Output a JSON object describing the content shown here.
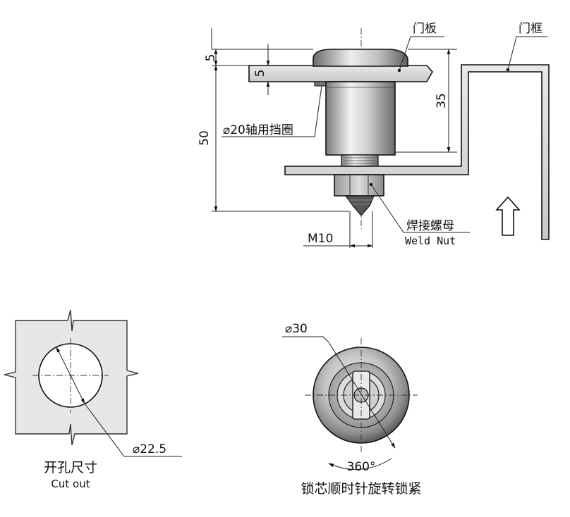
{
  "side_view": {
    "dim_top": "5",
    "dim_plate": "5",
    "dim_total": "50",
    "dim_right": "35",
    "label_door_panel": "门板",
    "label_door_frame": "门框",
    "label_circlip": "⌀20轴用挡圈",
    "label_weld_nut_cn": "焊接螺母",
    "label_weld_nut_en": "Weld Nut",
    "dim_thread": "M10"
  },
  "cutout_view": {
    "dim_diameter": "⌀22.5",
    "caption_cn": "开孔尺寸",
    "caption_en": "Cut out"
  },
  "front_view": {
    "dim_diameter": "⌀30",
    "rotation": "360°",
    "caption_cn": "锁芯顺时针旋转锁紧"
  }
}
